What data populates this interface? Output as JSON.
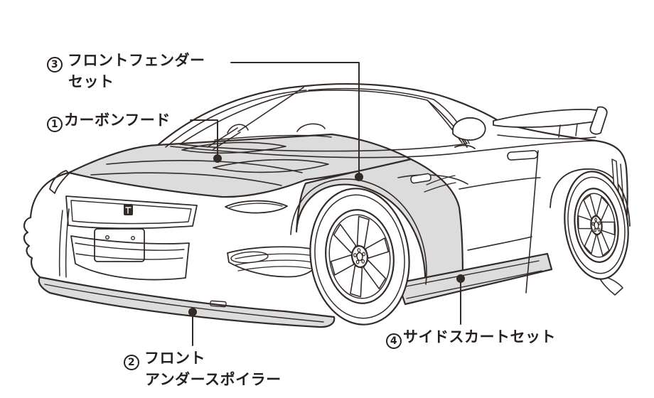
{
  "diagram": {
    "background": "#ffffff",
    "line_color": "#322b28",
    "shade_color": "#dcdcdd",
    "callouts": [
      {
        "number": "3",
        "part": "front-fender-set",
        "line1": "フロントフェンダー",
        "line2": "セット"
      },
      {
        "number": "1",
        "part": "carbon-hood",
        "line1": "カーボンフード",
        "line2": ""
      },
      {
        "number": "2",
        "part": "front-under-spoiler",
        "line1": "フロント",
        "line2": "アンダースポイラー"
      },
      {
        "number": "4",
        "part": "side-skirt-set",
        "line1": "サイドスカートセット",
        "line2": ""
      }
    ]
  }
}
